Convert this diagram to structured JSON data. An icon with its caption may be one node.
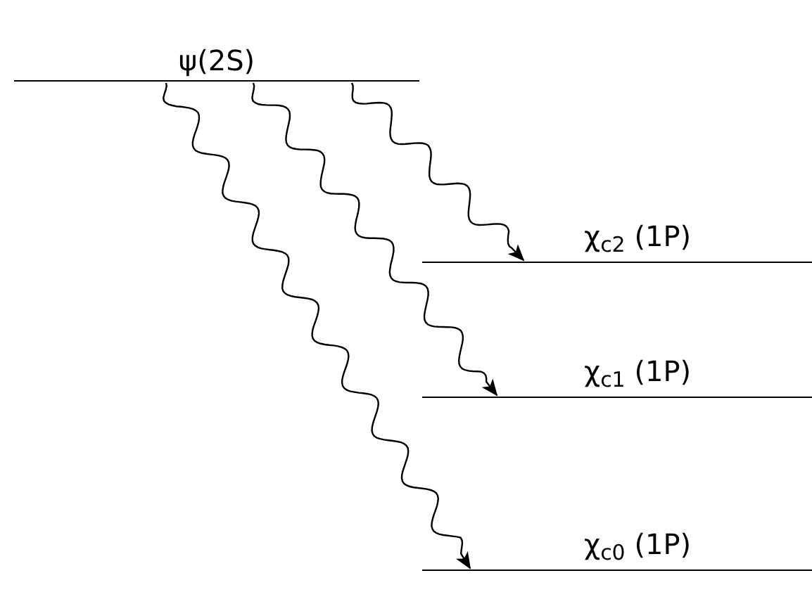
{
  "diagram": {
    "nodes": [
      {
        "text": [
          "ψ(2S)"
        ]
      },
      {
        "text": [
          "χ$_{c2}$ (1P)"
        ]
      },
      {
        "text": [
          "χ$_{c1}$ (1P)"
        ]
      },
      {
        "text": [
          "χ$_{c0}$ (1P)"
        ]
      }
    ],
    "edges": [
      {
        "from": 0,
        "to": 1,
        "arrow": "to"
      },
      {
        "from": 0,
        "to": 2,
        "arrow": "to"
      },
      {
        "from": 0,
        "to": 3,
        "arrow": "to"
      }
    ]
  }
}
